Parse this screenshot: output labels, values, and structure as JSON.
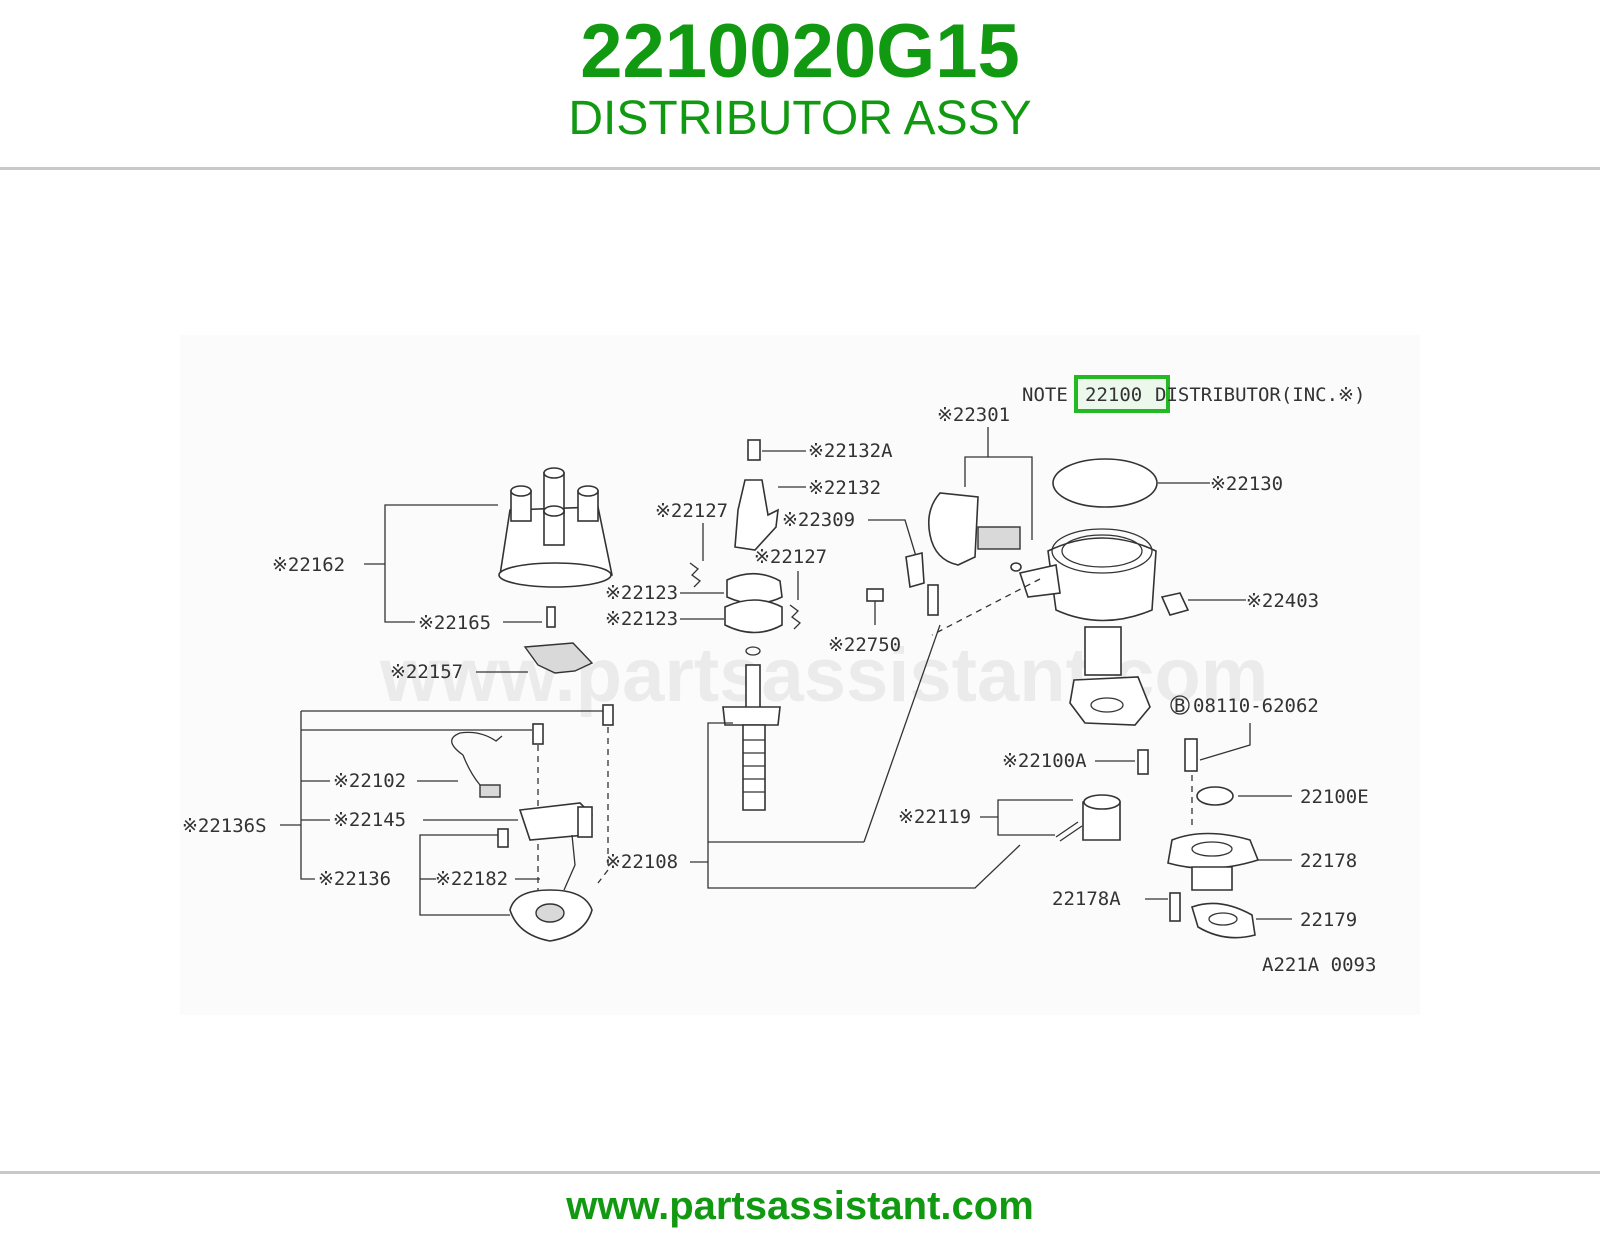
{
  "header": {
    "part_number": "2210020G15",
    "part_name": "DISTRIBUTOR ASSY"
  },
  "footer": {
    "site": "www.partsassistant.com"
  },
  "diagram": {
    "watermark": "www.partsassistant.com",
    "note_prefix": "NOTE",
    "note_highlight": "22100",
    "note_suffix": "DISTRIBUTOR(INC.※)",
    "highlight_color": "#22b922",
    "accent_color": "#129912",
    "code": "A221A 0093",
    "labels": {
      "22301": "※22301",
      "22132a": "※22132A",
      "22132": "※22132",
      "22130": "※22130",
      "22127a": "※22127",
      "22309": "※22309",
      "22127b": "※22127",
      "22162": "※22162",
      "22123a": "※22123",
      "22123b": "※22123",
      "22403": "※22403",
      "22165": "※22165",
      "22750": "※22750",
      "22157": "※22157",
      "08110": "08110-62062",
      "22100a": "※22100A",
      "22102": "※22102",
      "22100e": "22100E",
      "22145": "※22145",
      "22136s": "※22136S",
      "22119": "※22119",
      "22108": "※22108",
      "22178": "22178",
      "22136": "※22136",
      "22182": "※22182",
      "22178a": "22178A",
      "22179": "22179",
      "b_mark": "B"
    }
  }
}
